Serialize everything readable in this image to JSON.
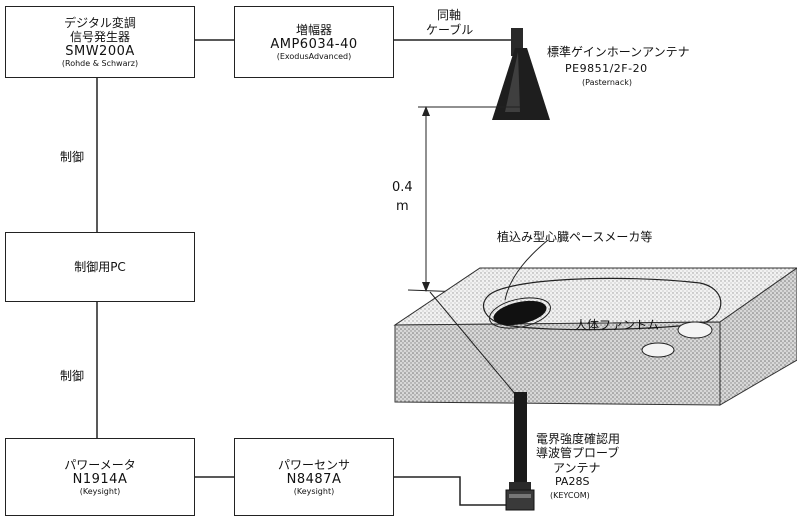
{
  "blocks": {
    "signal_generator": {
      "line1": "デジタル変調",
      "line2": "信号発生器",
      "model": "SMW200A",
      "maker": "(Rohde & Schwarz)"
    },
    "amplifier": {
      "line1": "増幅器",
      "model": "AMP6034-40",
      "maker": "(ExodusAdvanced)"
    },
    "control_pc": {
      "label": "制御用PC"
    },
    "power_meter": {
      "line1": "パワーメータ",
      "model": "N1914A",
      "maker": "(Keysight)"
    },
    "power_sensor": {
      "line1": "パワーセンサ",
      "model": "N8487A",
      "maker": "(Keysight)"
    }
  },
  "labels": {
    "coax_line1": "同軸",
    "coax_line2": "ケーブル",
    "control_top": "制御",
    "control_bottom": "制御",
    "distance_value": "0.4",
    "distance_unit": "m",
    "pacemaker": "植込み型心臓ペースメーカ等",
    "phantom": "人体ファントム"
  },
  "horn_antenna": {
    "name": "標準ゲインホーンアンテナ",
    "model": "PE9851/2F-20",
    "maker": "(Pasternack)"
  },
  "probe": {
    "line1": "電界強度確認用",
    "line2": "導波管プローブ",
    "line3": "アンテナ",
    "model": "PA28S",
    "maker": "(KEYCOM)"
  }
}
